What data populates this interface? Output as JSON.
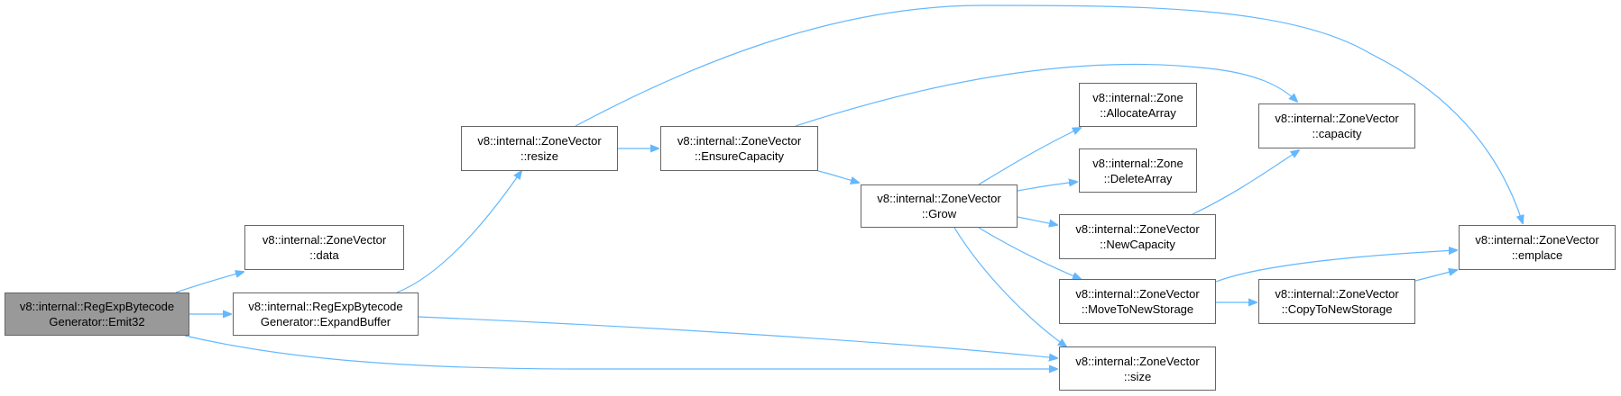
{
  "nodes": {
    "emit32": {
      "line1": "v8::internal::RegExpBytecode",
      "line2": "Generator::Emit32"
    },
    "data": {
      "line1": "v8::internal::ZoneVector",
      "line2": "::data"
    },
    "expand": {
      "line1": "v8::internal::RegExpBytecode",
      "line2": "Generator::ExpandBuffer"
    },
    "resize": {
      "line1": "v8::internal::ZoneVector",
      "line2": "::resize"
    },
    "ensure": {
      "line1": "v8::internal::ZoneVector",
      "line2": "::EnsureCapacity"
    },
    "grow": {
      "line1": "v8::internal::ZoneVector",
      "line2": "::Grow"
    },
    "allocate": {
      "line1": "v8::internal::Zone",
      "line2": "::AllocateArray"
    },
    "delete": {
      "line1": "v8::internal::Zone",
      "line2": "::DeleteArray"
    },
    "newcap": {
      "line1": "v8::internal::ZoneVector",
      "line2": "::NewCapacity"
    },
    "move": {
      "line1": "v8::internal::ZoneVector",
      "line2": "::MoveToNewStorage"
    },
    "size": {
      "line1": "v8::internal::ZoneVector",
      "line2": "::size"
    },
    "capacity": {
      "line1": "v8::internal::ZoneVector",
      "line2": "::capacity"
    },
    "copy": {
      "line1": "v8::internal::ZoneVector",
      "line2": "::CopyToNewStorage"
    },
    "emplace": {
      "line1": "v8::internal::ZoneVector",
      "line2": "::emplace"
    }
  },
  "edges": [
    [
      "emit32",
      "data"
    ],
    [
      "emit32",
      "expand"
    ],
    [
      "emit32",
      "size"
    ],
    [
      "expand",
      "resize"
    ],
    [
      "expand",
      "size"
    ],
    [
      "resize",
      "ensure"
    ],
    [
      "resize",
      "emplace"
    ],
    [
      "ensure",
      "capacity"
    ],
    [
      "ensure",
      "grow"
    ],
    [
      "grow",
      "allocate"
    ],
    [
      "grow",
      "delete"
    ],
    [
      "grow",
      "newcap"
    ],
    [
      "grow",
      "move"
    ],
    [
      "grow",
      "size"
    ],
    [
      "newcap",
      "capacity"
    ],
    [
      "move",
      "emplace"
    ],
    [
      "move",
      "copy"
    ],
    [
      "copy",
      "emplace"
    ]
  ],
  "colors": {
    "edge": "#63b8ff",
    "root_fill": "#999999",
    "node_border": "#666666"
  }
}
